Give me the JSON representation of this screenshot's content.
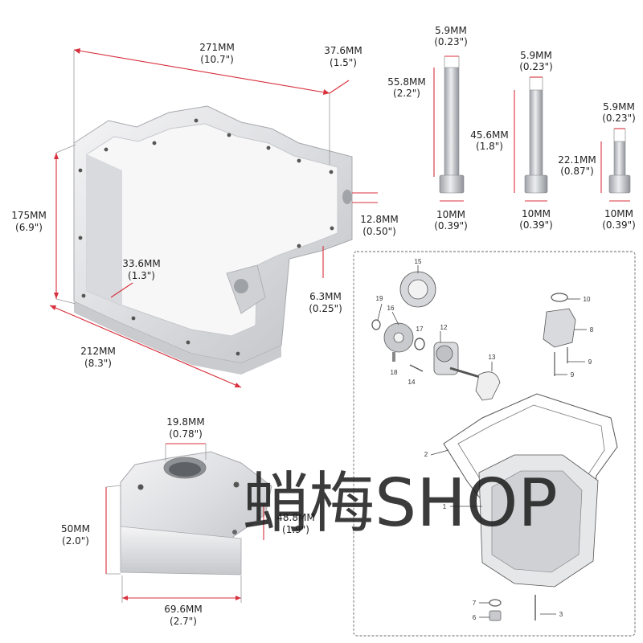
{
  "dimensions": {
    "pan_length": {
      "mm": "271MM",
      "in": "(10.7\")"
    },
    "pan_depth": {
      "mm": "37.6MM",
      "in": "(1.5\")"
    },
    "pan_width": {
      "mm": "175MM",
      "in": "(6.9\")"
    },
    "port_diameter": {
      "mm": "12.8MM",
      "in": "(0.50\")"
    },
    "inner_gap": {
      "mm": "33.6MM",
      "in": "(1.3\")"
    },
    "flange": {
      "mm": "6.3MM",
      "in": "(0.25\")"
    },
    "pan_side": {
      "mm": "212MM",
      "in": "(8.3\")"
    },
    "bolt_1_dia": {
      "mm": "5.9MM",
      "in": "(0.23\")"
    },
    "bolt_1_len": {
      "mm": "55.8MM",
      "in": "(2.2\")"
    },
    "bolt_1_head": {
      "mm": "10MM",
      "in": "(0.39\")"
    },
    "bolt_2_dia": {
      "mm": "5.9MM",
      "in": "(0.23\")"
    },
    "bolt_2_len": {
      "mm": "45.6MM",
      "in": "(1.8\")"
    },
    "bolt_2_head": {
      "mm": "10MM",
      "in": "(0.39\")"
    },
    "bolt_3_dia": {
      "mm": "5.9MM",
      "in": "(0.23\")"
    },
    "bolt_3_len": {
      "mm": "22.1MM",
      "in": "(0.87\")"
    },
    "bolt_3_head": {
      "mm": "10MM",
      "in": "(0.39\")"
    },
    "spacer_bore": {
      "mm": "19.8MM",
      "in": "(0.78\")"
    },
    "spacer_height": {
      "mm": "50MM",
      "in": "(2.0\")"
    },
    "spacer_depth": {
      "mm": "48.8MM",
      "in": "(1.9\")"
    },
    "spacer_length": {
      "mm": "69.6MM",
      "in": "(2.7\")"
    }
  },
  "exploded_view": {
    "part_numbers": [
      "15",
      "19",
      "16",
      "17",
      "12",
      "10",
      "8",
      "13",
      "18",
      "14",
      "9",
      "9",
      "2",
      "1",
      "7",
      "6",
      "3"
    ]
  },
  "watermark": "蛸梅SHOP",
  "colors": {
    "dimension_line": "#d8303c",
    "metal_light": "#e8e8ea",
    "metal_dark": "#b9bbbf"
  }
}
